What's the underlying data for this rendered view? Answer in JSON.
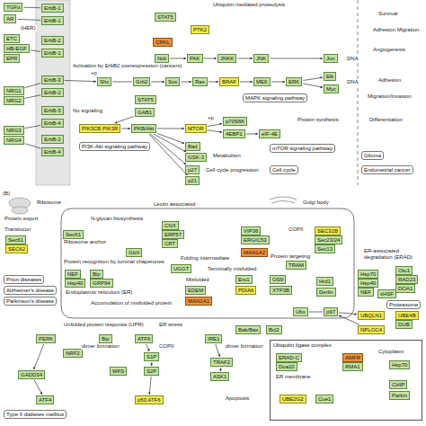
{
  "diagram": {
    "nodes": [
      {
        "text": [
          "TGFα"
        ]
      },
      {
        "text": [
          "AR"
        ]
      },
      {
        "text": [
          "ETC"
        ]
      },
      {
        "text": [
          "HB-EGF"
        ]
      },
      {
        "text": [
          "EPR"
        ]
      },
      {
        "text": [
          "NRG1"
        ]
      },
      {
        "text": [
          "NRG2"
        ]
      },
      {
        "text": [
          "NRG3"
        ]
      },
      {
        "text": [
          "NRG4"
        ]
      },
      {
        "text": [
          "ErbB-1"
        ]
      },
      {
        "text": [
          "ErbB-1"
        ]
      },
      {
        "text": [
          "ErbB-2"
        ]
      },
      {
        "text": [
          "ErbB-1"
        ]
      },
      {
        "text": [
          "ErbB-3"
        ]
      },
      {
        "text": [
          "ErbB-2"
        ]
      },
      {
        "text": [
          "ErbB-3"
        ]
      },
      {
        "text": [
          "ErbB-4"
        ]
      },
      {
        "text": [
          "ErbB-2"
        ]
      },
      {
        "text": [
          "ErbB-4"
        ]
      },
      {
        "text": [
          "STAT5"
        ]
      },
      {
        "text": [
          "PTK2"
        ]
      },
      {
        "text": [
          "CRKL"
        ]
      },
      {
        "text": [
          "Nck"
        ]
      },
      {
        "text": [
          "PAK"
        ]
      },
      {
        "text": [
          "JNKK"
        ]
      },
      {
        "text": [
          "JNK"
        ]
      },
      {
        "text": [
          "Jun"
        ]
      },
      {
        "text": [
          "Shc"
        ]
      },
      {
        "text": [
          "Grb2"
        ]
      },
      {
        "text": [
          "Sos"
        ]
      },
      {
        "text": [
          "Ras"
        ]
      },
      {
        "text": [
          "BRAF"
        ]
      },
      {
        "text": [
          "MEK"
        ]
      },
      {
        "text": [
          "ERK"
        ]
      },
      {
        "text": [
          "Elk"
        ]
      },
      {
        "text": [
          "Myc"
        ]
      },
      {
        "text": [
          "STAT5"
        ]
      },
      {
        "text": [
          "GAB1"
        ]
      },
      {
        "text": [
          "PIK3CB PIK3R"
        ]
      },
      {
        "text": [
          "PKB/Akt"
        ]
      },
      {
        "text": [
          "MTOR"
        ]
      },
      {
        "text": [
          "p70S6K"
        ]
      },
      {
        "text": [
          "4EBP1"
        ]
      },
      {
        "text": [
          "eIF-4E"
        ]
      },
      {
        "text": [
          "Bad"
        ]
      },
      {
        "text": [
          "GSK-3"
        ]
      },
      {
        "text": [
          "p27"
        ]
      },
      {
        "text": [
          "p21"
        ]
      },
      {
        "text": [
          "MAPK signaling pathway"
        ]
      },
      {
        "text": [
          "PI3K-Akt signaling pathway"
        ]
      },
      {
        "text": [
          "mTOR signaling pathway"
        ]
      },
      {
        "text": [
          "Cell cycle"
        ]
      },
      {
        "text": [
          "Glioma"
        ]
      },
      {
        "text": [
          "Endometrial cancer"
        ]
      },
      {
        "text": [
          "Sec61"
        ]
      },
      {
        "text": [
          "SEC62"
        ]
      },
      {
        "text": [
          "Sec61"
        ]
      },
      {
        "text": [
          "CNX"
        ]
      },
      {
        "text": [
          "ERP57"
        ]
      },
      {
        "text": [
          "CRT"
        ]
      },
      {
        "text": [
          "UGGT"
        ]
      },
      {
        "text": [
          "GlcII"
        ]
      },
      {
        "text": [
          "NEF"
        ]
      },
      {
        "text": [
          "Hsp40"
        ]
      },
      {
        "text": [
          "Bip"
        ]
      },
      {
        "text": [
          "GRP94"
        ]
      },
      {
        "text": [
          "VIP36"
        ]
      },
      {
        "text": [
          "ERGIC53"
        ]
      },
      {
        "text": [
          "MAN1A2"
        ]
      },
      {
        "text": [
          "SEC31B"
        ]
      },
      {
        "text": [
          "Sec23/24"
        ]
      },
      {
        "text": [
          "Sec13"
        ]
      },
      {
        "text": [
          "EDEM"
        ]
      },
      {
        "text": [
          "MAN1A1"
        ]
      },
      {
        "text": [
          "Ero1"
        ]
      },
      {
        "text": [
          "PDIA6"
        ]
      },
      {
        "text": [
          "OS9"
        ]
      },
      {
        "text": [
          "XTP3B"
        ]
      },
      {
        "text": [
          "TRAM"
        ]
      },
      {
        "text": [
          "Hrd1"
        ]
      },
      {
        "text": [
          "Derlin"
        ]
      },
      {
        "text": [
          "Ubx"
        ]
      },
      {
        "text": [
          "p97"
        ]
      },
      {
        "text": [
          "Hsp70"
        ]
      },
      {
        "text": [
          "Hsp40"
        ]
      },
      {
        "text": [
          "NEF"
        ]
      },
      {
        "text": [
          "sHSF"
        ]
      },
      {
        "text": [
          "Otu1"
        ]
      },
      {
        "text": [
          "RAD23"
        ]
      },
      {
        "text": [
          "DOA1"
        ]
      },
      {
        "text": [
          "Proteasome"
        ]
      },
      {
        "text": [
          "UBQLN1"
        ]
      },
      {
        "text": [
          "UBE4B"
        ]
      },
      {
        "text": [
          "DUB"
        ]
      },
      {
        "text": [
          "NPLOC4"
        ]
      },
      {
        "text": [
          "Prion diseases"
        ]
      },
      {
        "text": [
          "Alzheimer's disease"
        ]
      },
      {
        "text": [
          "Parkinson's disease"
        ]
      },
      {
        "text": [
          "Type II diabetes mellitus"
        ]
      },
      {
        "text": [
          "PERK"
        ]
      },
      {
        "text": [
          "Bip"
        ]
      },
      {
        "text": [
          "ATF6"
        ]
      },
      {
        "text": [
          "IRE1"
        ]
      },
      {
        "text": [
          "Bak/Bax"
        ]
      },
      {
        "text": [
          "Bcl2"
        ]
      },
      {
        "text": [
          "NRF2"
        ]
      },
      {
        "text": [
          "S1P"
        ]
      },
      {
        "text": [
          "S2P"
        ]
      },
      {
        "text": [
          "WFS"
        ]
      },
      {
        "text": [
          "TRAF2"
        ]
      },
      {
        "text": [
          "ASK1"
        ]
      },
      {
        "text": [
          "GADD34"
        ]
      },
      {
        "text": [
          "ATF4"
        ]
      },
      {
        "text": [
          "p50 ATF6"
        ]
      },
      {
        "text": [
          "Ubiquitin ligase complex"
        ]
      },
      {
        "text": [
          "ERAD-C"
        ],
        "in": 114
      },
      {
        "text": [
          "Doa10"
        ],
        "in": 114
      },
      {
        "text": [
          "AMFR"
        ],
        "in": 114
      },
      {
        "text": [
          "RMA1"
        ],
        "in": 114
      },
      {
        "text": [
          "UBE2G2"
        ],
        "in": 114
      },
      {
        "text": [
          "Cue1"
        ],
        "in": 114
      },
      {
        "text": [
          "Hsp70"
        ],
        "in": 114
      },
      {
        "text": [
          "CHIP"
        ],
        "in": 114
      },
      {
        "text": [
          "Parkin"
        ],
        "in": 114
      }
    ],
    "edges": [
      {
        "from": 0,
        "to": 9,
        "arrow": "none"
      },
      {
        "from": 1,
        "to": 10,
        "arrow": "none"
      },
      {
        "from": 3,
        "to": 12,
        "arrow": "none"
      },
      {
        "from": 5,
        "to": 13,
        "arrow": "none"
      },
      {
        "from": 6,
        "to": 14,
        "arrow": "none"
      },
      {
        "from": 7,
        "to": 16,
        "arrow": "none"
      },
      {
        "from": 8,
        "to": 18,
        "arrow": "none"
      },
      {
        "from": 13,
        "to": 27,
        "arrow": "to"
      },
      {
        "from": 27,
        "to": 28,
        "arrow": "none"
      },
      {
        "from": 28,
        "to": 29,
        "arrow": "to"
      },
      {
        "from": 29,
        "to": 30,
        "arrow": "to"
      },
      {
        "from": 30,
        "to": 31,
        "arrow": "to"
      },
      {
        "from": 31,
        "to": 32,
        "arrow": "to"
      },
      {
        "from": 32,
        "to": 33,
        "arrow": "to"
      },
      {
        "from": 33,
        "to": 34,
        "arrow": "to"
      },
      {
        "from": 33,
        "to": 35,
        "arrow": "to"
      },
      {
        "from": 22,
        "to": 23,
        "arrow": "to"
      },
      {
        "from": 23,
        "to": 24,
        "arrow": "to"
      },
      {
        "from": 24,
        "to": 25,
        "arrow": "to"
      },
      {
        "from": 25,
        "to": 26,
        "arrow": "to"
      },
      {
        "from": 37,
        "to": 38,
        "arrow": "to"
      },
      {
        "from": 38,
        "to": 39,
        "arrow": "to"
      },
      {
        "from": 39,
        "to": 40,
        "arrow": "to"
      },
      {
        "from": 40,
        "to": 41,
        "arrow": "to"
      },
      {
        "from": 40,
        "to": 42,
        "arrow": "to"
      },
      {
        "from": 42,
        "to": 43,
        "arrow": "to"
      },
      {
        "from": 39,
        "to": 44,
        "arrow": "to"
      },
      {
        "from": 39,
        "to": 45,
        "arrow": "to"
      },
      {
        "from": 39,
        "to": 46,
        "arrow": "to"
      },
      {
        "from": 39,
        "to": 47,
        "arrow": "to"
      },
      {
        "from": 101,
        "to": 106,
        "arrow": "to"
      },
      {
        "from": 106,
        "to": 107,
        "arrow": "to"
      },
      {
        "from": 107,
        "to": 113,
        "arrow": "to"
      },
      {
        "from": 102,
        "to": 109,
        "arrow": "to"
      },
      {
        "from": 109,
        "to": 110,
        "arrow": "to"
      },
      {
        "from": 79,
        "to": 80,
        "arrow": "none"
      },
      {
        "from": 81,
        "to": 82,
        "arrow": "none"
      },
      {
        "from": 94,
        "to": 82,
        "arrow": "to"
      },
      {
        "from": 82,
        "to": 91,
        "arrow": "to"
      },
      {
        "from": 99,
        "to": 111,
        "arrow": "to"
      },
      {
        "from": 111,
        "to": 112,
        "arrow": "to"
      },
      {
        "from": 72,
        "to": 73,
        "arrow": "none"
      }
    ],
    "labels": [
      "(HER)",
      "Activation by ErbB2 overexpression (cancers)",
      "No signaling",
      "Ubiquitin mediated proteolysis",
      "+p",
      "+p",
      "DNA",
      "DNA",
      "Survival",
      "Adhesion Migration",
      "Angiogenesis",
      "Adhesion",
      "Migration/Invasion",
      "Differentiation",
      "Protein synthesis",
      "Metabolism",
      "Cell cycle progression",
      "(B)",
      "Ribosome",
      "Protein export",
      "Translocon",
      "Ribosome anchor",
      "Lectin associated",
      "N-glycan biosynthesis",
      "Golgi body",
      "COPII",
      "Folding intermediate",
      "Protein recognition by luminal chaperones",
      "Misfolded",
      "Terminally misfolded",
      "Protein targeting",
      "Accumulation of misfolded protein",
      "Endoplasmic reticulum (ER)",
      "Unfolded protein response (UPR)",
      "ER stress",
      "ER-associated degradation (ERAD)",
      "dimer formation",
      "dimer formation",
      "COPII",
      "Apoptosis",
      "ER membrane",
      "Cytoplasm"
    ]
  }
}
